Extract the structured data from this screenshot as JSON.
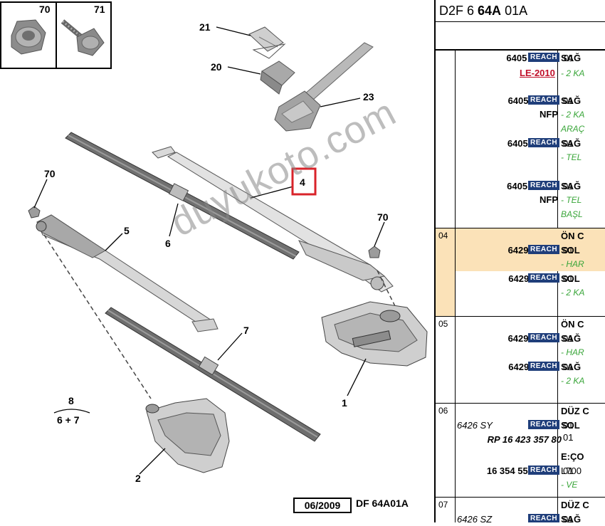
{
  "diagram": {
    "callouts": {
      "c70a": "70",
      "c71": "71",
      "c21": "21",
      "c20": "20",
      "c23": "23",
      "c4": "4",
      "c70b": "70",
      "c70c": "70",
      "c5": "5",
      "c6": "6",
      "c7": "7",
      "c1": "1",
      "c2": "2",
      "c8": "8",
      "c6p7": "6 + 7"
    },
    "watermark": "duyukoto.com",
    "date_stamp": "06/2009",
    "code_stamp": "DF 64A01A",
    "highlight_color": "#d9232a"
  },
  "panel": {
    "header_prefix": "D2F 6 ",
    "header_bold": "64A",
    "header_suffix": " 01A",
    "reach_label": "REACH",
    "rows": [
      {
        "ref": "6405 EH",
        "qty": "01",
        "desc": "SAĞ",
        "lines": [
          "- 2 KA"
        ],
        "note_red": "LE-2010"
      },
      {
        "ref": "6405 EJ",
        "qty": "01",
        "desc": "SAĞ",
        "note": "NFP",
        "lines": [
          "- 2 KA",
          "ARAÇ"
        ]
      },
      {
        "ref": "6405 PT",
        "qty": "01",
        "desc": "SAĞ",
        "lines": [
          "- TEL"
        ]
      },
      {
        "ref": "6405 PV",
        "qty": "01",
        "desc": "SAĞ",
        "note": "NFP",
        "lines": [
          "- TEL",
          "BAŞL"
        ]
      },
      {
        "group": "04",
        "title": "ÖN C",
        "ref": "6429 X4",
        "qty": "01",
        "desc": "SOL",
        "lines": [
          "- HAR"
        ]
      },
      {
        "ref": "6429 Z6",
        "qty": "01",
        "desc": "SOL",
        "lines": [
          "- 2 KA"
        ]
      },
      {
        "group": "05",
        "title": "ÖN C",
        "ref": "6429 X5",
        "qty": "01",
        "desc": "SAĞ",
        "lines": [
          "- HAR"
        ]
      },
      {
        "ref": "6429 Z7",
        "qty": "01",
        "desc": "SAĞ",
        "lines": [
          "- 2 KA"
        ]
      },
      {
        "group": "06",
        "title": "DÜZ C",
        "ref": "6426 SY",
        "qty": "01",
        "desc": "SOL"
      },
      {
        "ref": "RP 16 423 357 80",
        "qty": "01"
      },
      {
        "title": "E:ÇO",
        "ref": "16 354 551 80",
        "qty": "01",
        "desc": "L700",
        "lines": [
          "- VE"
        ]
      },
      {
        "group": "07",
        "title": "DÜZ C",
        "ref": "6426 SZ",
        "qty": "01",
        "desc": "SAĞ"
      }
    ]
  }
}
